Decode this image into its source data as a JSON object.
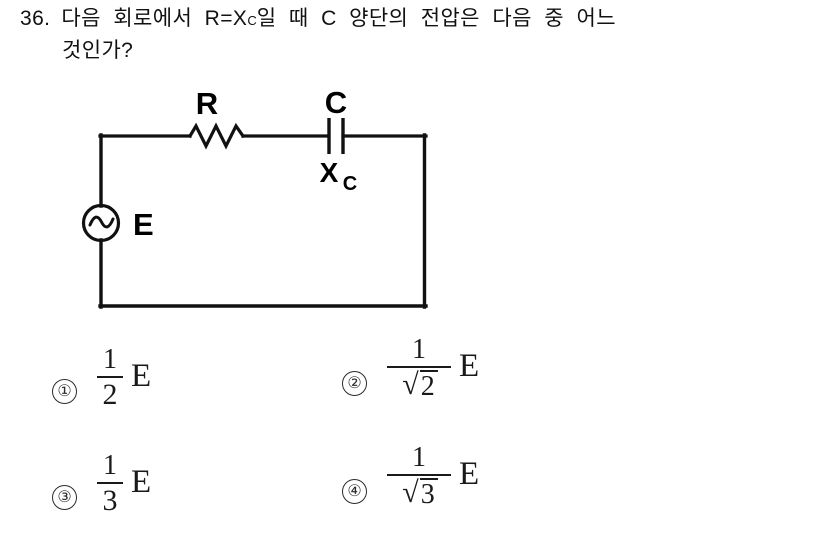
{
  "question": {
    "number": "36.",
    "line1_part1": "다음  회로에서  R=X",
    "line1_subscript": "C",
    "line1_part2": "일  때  C  양단의  전압은  다음  중  어느",
    "line2": "것인가?"
  },
  "circuit": {
    "type": "series RC circuit with AC source",
    "labels": {
      "source": "E",
      "resistor": "R",
      "capacitor": "C",
      "reactance": "X",
      "reactance_subscript": "C"
    },
    "source_symbol": "ac-sine",
    "line_color": "#111111"
  },
  "options": [
    {
      "marker": "①",
      "numerator": "1",
      "denominator": "2",
      "has_radical": false,
      "suffix": "E",
      "text": "1/2 E"
    },
    {
      "marker": "②",
      "numerator": "1",
      "denominator": "2",
      "has_radical": true,
      "radical_sign": "√",
      "suffix": "E",
      "text": "1/√2 E"
    },
    {
      "marker": "③",
      "numerator": "1",
      "denominator": "3",
      "has_radical": false,
      "suffix": "E",
      "text": "1/3 E"
    },
    {
      "marker": "④",
      "numerator": "1",
      "denominator": "3",
      "has_radical": true,
      "radical_sign": "√",
      "suffix": "E",
      "text": "1/√3 E"
    }
  ]
}
